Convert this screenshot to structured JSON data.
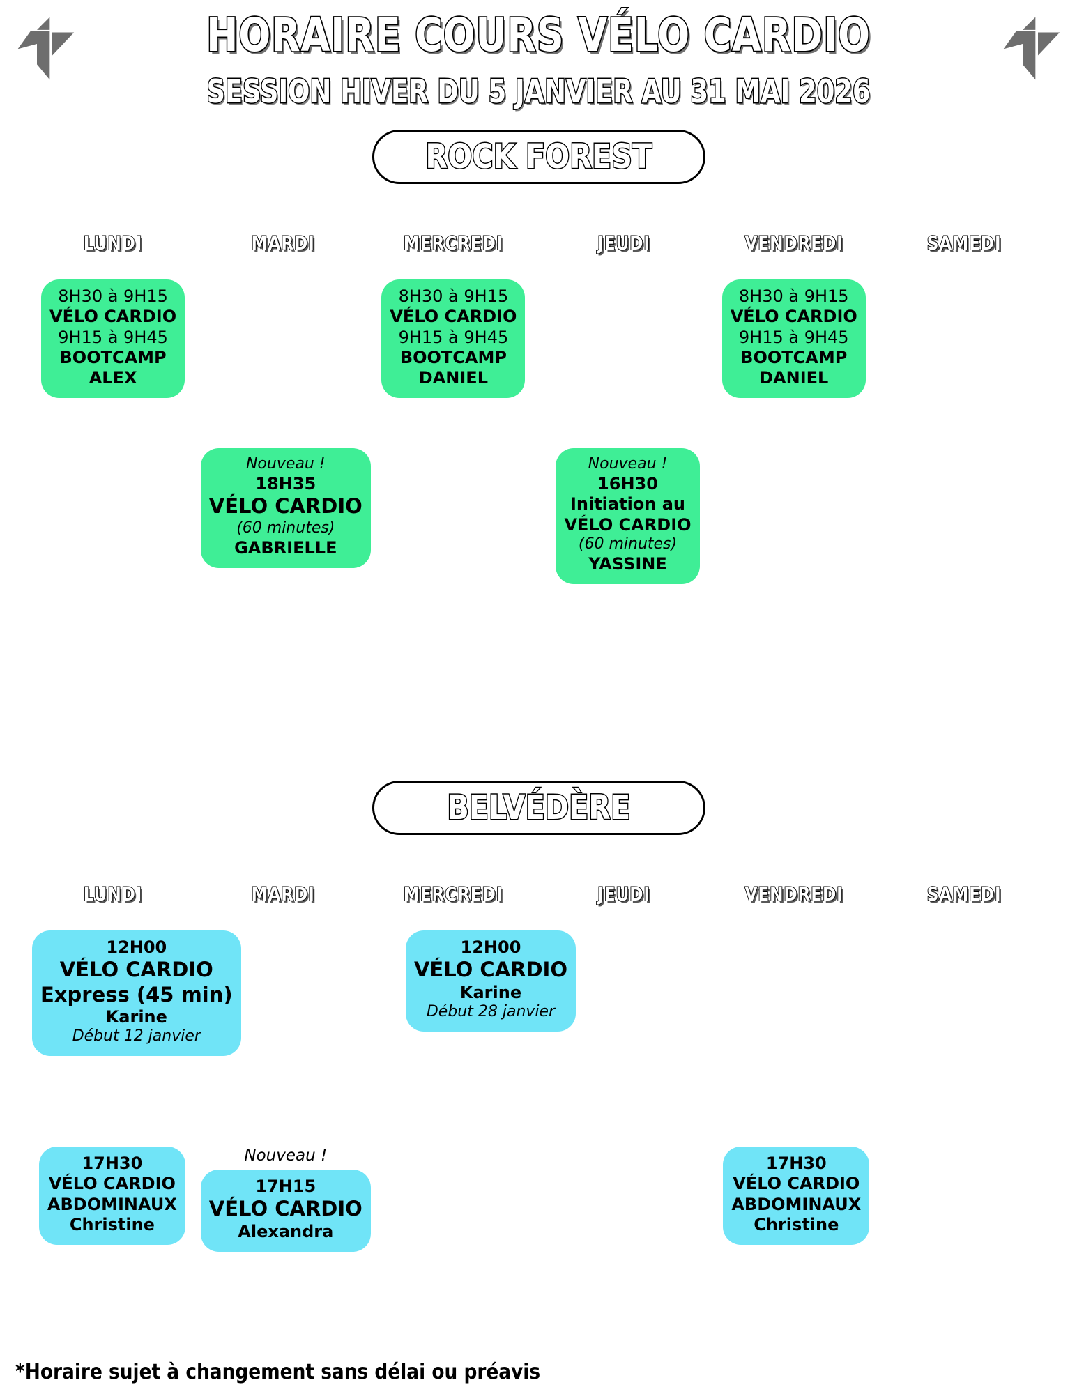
{
  "header": {
    "title": "HORAIRE COURS VÉLO CARDIO",
    "subtitle": "SESSION HIVER DU 5 JANVIER AU 31 MAI 2026",
    "logo_left": "pinwheel-logo",
    "logo_right": "pinwheel-logo",
    "logo_color": "#6E6E6E"
  },
  "colors": {
    "green_card": "#3FEE96",
    "blue_card": "#70E4F7",
    "text": "#000000",
    "background": "#FFFFFF"
  },
  "days": [
    "LUNDI",
    "MARDI",
    "MERCREDI",
    "JEUDI",
    "VENDREDI",
    "SAMEDI"
  ],
  "sections": [
    {
      "name": "ROCK FOREST",
      "days": [
        "LUNDI",
        "MARDI",
        "MERCREDI",
        "JEUDI",
        "VENDREDI",
        "SAMEDI"
      ],
      "rows": [
        {
          "cells": [
            {
              "color": "green",
              "lines": [
                {
                  "text": "8H30 à 9H15",
                  "style": "reg"
                },
                {
                  "text": "VÉLO CARDIO",
                  "style": "bold"
                },
                {
                  "text": "9H15 à 9H45",
                  "style": "reg"
                },
                {
                  "text": "BOOTCAMP",
                  "style": "bold"
                },
                {
                  "text": "ALEX",
                  "style": "bold"
                }
              ]
            },
            null,
            {
              "color": "green",
              "lines": [
                {
                  "text": "8H30 à 9H15",
                  "style": "reg"
                },
                {
                  "text": "VÉLO CARDIO",
                  "style": "bold"
                },
                {
                  "text": "9H15 à 9H45",
                  "style": "reg"
                },
                {
                  "text": "BOOTCAMP",
                  "style": "bold"
                },
                {
                  "text": "DANIEL",
                  "style": "bold"
                }
              ]
            },
            null,
            {
              "color": "green",
              "lines": [
                {
                  "text": "8H30 à 9H15",
                  "style": "reg"
                },
                {
                  "text": "VÉLO CARDIO",
                  "style": "bold"
                },
                {
                  "text": "9H15 à 9H45",
                  "style": "reg"
                },
                {
                  "text": "BOOTCAMP",
                  "style": "bold"
                },
                {
                  "text": "DANIEL",
                  "style": "bold"
                }
              ]
            },
            null
          ]
        },
        {
          "cells": [
            null,
            {
              "color": "green",
              "lines": [
                {
                  "text": "Nouveau !",
                  "style": "ital"
                },
                {
                  "text": "18H35",
                  "style": "bold"
                },
                {
                  "text": "VÉLO CARDIO",
                  "style": "big"
                },
                {
                  "text": "(60 minutes)",
                  "style": "ital"
                },
                {
                  "text": "GABRIELLE",
                  "style": "bold"
                }
              ]
            },
            null,
            {
              "color": "green",
              "lines": [
                {
                  "text": "Nouveau !",
                  "style": "ital"
                },
                {
                  "text": "16H30",
                  "style": "bold"
                },
                {
                  "text": "Initiation au",
                  "style": "bold"
                },
                {
                  "text": "VÉLO CARDIO",
                  "style": "bold"
                },
                {
                  "text": "(60 minutes)",
                  "style": "ital"
                },
                {
                  "text": "YASSINE",
                  "style": "bold"
                }
              ]
            },
            null,
            null
          ]
        }
      ]
    },
    {
      "name": "BELVÉDÈRE",
      "days": [
        "LUNDI",
        "MARDI",
        "MERCREDI",
        "JEUDI",
        "VENDREDI",
        "SAMEDI"
      ],
      "rows": [
        {
          "cells": [
            {
              "color": "blue",
              "lines": [
                {
                  "text": "12H00",
                  "style": "bold"
                },
                {
                  "text": "VÉLO CARDIO",
                  "style": "big"
                },
                {
                  "text": "Express (45 min)",
                  "style": "big"
                },
                {
                  "text": "Karine",
                  "style": "bold"
                },
                {
                  "text": "Début 12 janvier",
                  "style": "ital"
                }
              ]
            },
            null,
            {
              "color": "blue",
              "lines": [
                {
                  "text": "12H00",
                  "style": "bold"
                },
                {
                  "text": "VÉLO CARDIO",
                  "style": "big"
                },
                {
                  "text": "Karine",
                  "style": "bold"
                },
                {
                  "text": "Début 28 janvier",
                  "style": "ital"
                }
              ]
            },
            null,
            null,
            null
          ]
        },
        {
          "cells": [
            {
              "color": "blue",
              "lines": [
                {
                  "text": "17H30",
                  "style": "bold"
                },
                {
                  "text": "VÉLO CARDIO",
                  "style": "bold"
                },
                {
                  "text": "ABDOMINAUX",
                  "style": "bold"
                },
                {
                  "text": "Christine",
                  "style": "bold"
                }
              ]
            },
            {
              "color": "blue",
              "note": "Nouveau !",
              "lines": [
                {
                  "text": "17H15",
                  "style": "bold"
                },
                {
                  "text": "VÉLO CARDIO",
                  "style": "big"
                },
                {
                  "text": "Alexandra",
                  "style": "bold"
                }
              ]
            },
            null,
            null,
            {
              "color": "blue",
              "lines": [
                {
                  "text": "17H30",
                  "style": "bold"
                },
                {
                  "text": "VÉLO CARDIO",
                  "style": "bold"
                },
                {
                  "text": "ABDOMINAUX",
                  "style": "bold"
                },
                {
                  "text": "Christine",
                  "style": "bold"
                }
              ]
            },
            null
          ]
        }
      ]
    }
  ],
  "footer": {
    "note": "*Horaire sujet à changement sans délai ou préavis"
  }
}
